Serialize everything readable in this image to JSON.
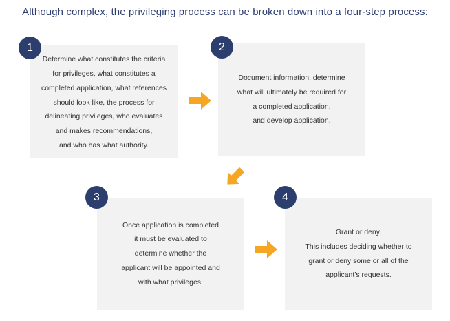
{
  "title": "Although complex, the privileging process can be broken down into a four-step process:",
  "steps": [
    {
      "number": "1",
      "text": "Determine what constitutes the criteria\nfor privileges, what constitutes a\ncompleted application, what references\nshould look like, the process for\ndelineating privileges, who evaluates\nand makes recommendations,\nand who has what authority."
    },
    {
      "number": "2",
      "text": "Document information, determine\nwhat will ultimately be required for\na completed application,\nand develop application."
    },
    {
      "number": "3",
      "text": "Once application is completed\nit must be evaluated to\ndetermine whether the\napplicant will be appointed and\nwith what privileges."
    },
    {
      "number": "4",
      "text": "Grant or deny.\nThis includes deciding whether to\ngrant or deny some or all of the\napplicant’s requests."
    }
  ],
  "colors": {
    "title": "#2e3f72",
    "badge": "#2c3e6e",
    "box": "#f2f2f2",
    "arrow": "#f5a623"
  },
  "icons": [
    "arrow-right-icon",
    "arrow-down-left-icon",
    "arrow-right-icon"
  ]
}
